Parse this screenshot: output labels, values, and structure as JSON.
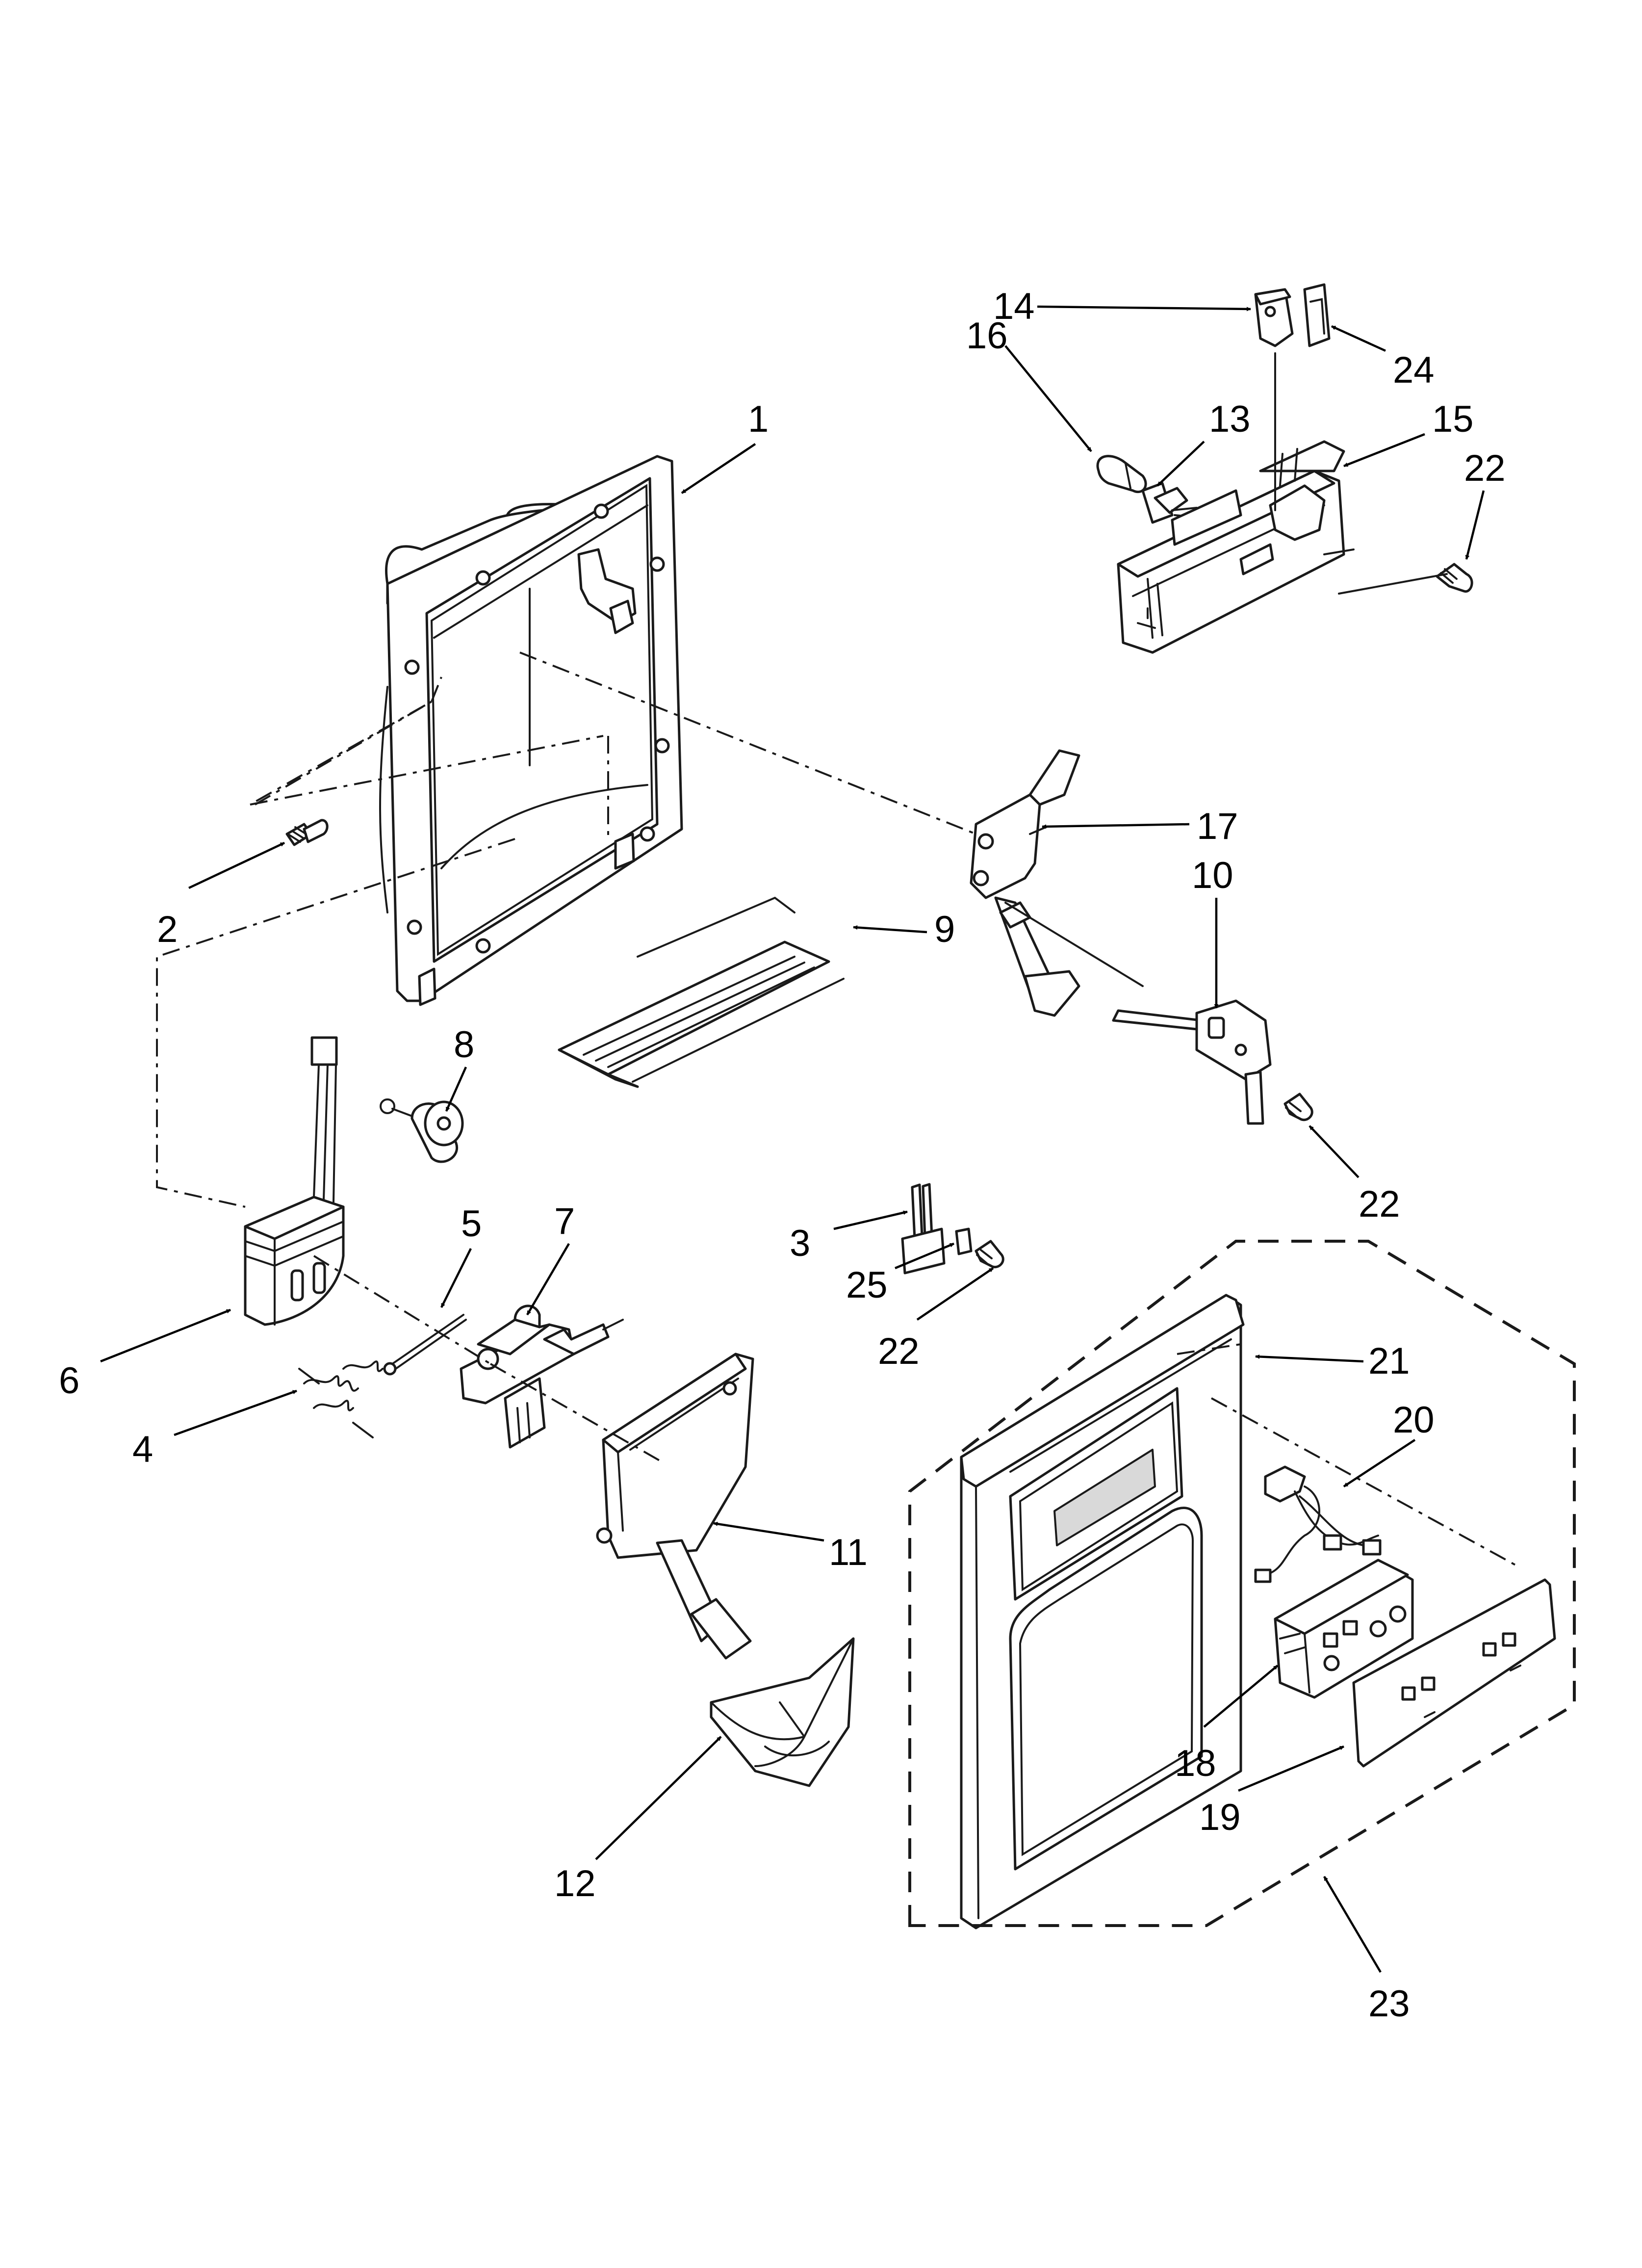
{
  "callouts": [
    {
      "id": "c1",
      "label": "1"
    },
    {
      "id": "c2",
      "label": "2"
    },
    {
      "id": "c3",
      "label": "3"
    },
    {
      "id": "c4",
      "label": "4"
    },
    {
      "id": "c5",
      "label": "5"
    },
    {
      "id": "c6",
      "label": "6"
    },
    {
      "id": "c7",
      "label": "7"
    },
    {
      "id": "c8",
      "label": "8"
    },
    {
      "id": "c9",
      "label": "9"
    },
    {
      "id": "c10",
      "label": "10"
    },
    {
      "id": "c11",
      "label": "11"
    },
    {
      "id": "c12",
      "label": "12"
    },
    {
      "id": "c13",
      "label": "13"
    },
    {
      "id": "c14",
      "label": "14"
    },
    {
      "id": "c15",
      "label": "15"
    },
    {
      "id": "c16",
      "label": "16"
    },
    {
      "id": "c17",
      "label": "17"
    },
    {
      "id": "c18",
      "label": "18"
    },
    {
      "id": "c19",
      "label": "19"
    },
    {
      "id": "c20",
      "label": "20"
    },
    {
      "id": "c21",
      "label": "21"
    },
    {
      "id": "c22a",
      "label": "22"
    },
    {
      "id": "c22b",
      "label": "22"
    },
    {
      "id": "c22c",
      "label": "22"
    },
    {
      "id": "c23",
      "label": "23"
    },
    {
      "id": "c24",
      "label": "24"
    },
    {
      "id": "c25",
      "label": "25"
    }
  ]
}
